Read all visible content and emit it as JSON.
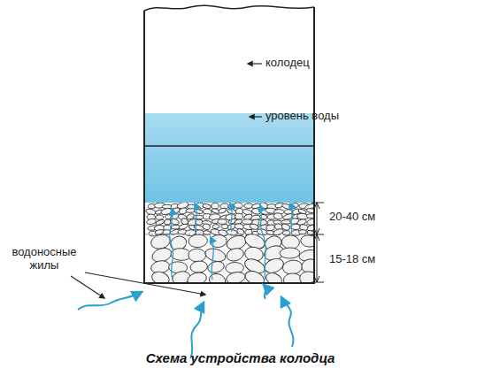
{
  "diagram": {
    "caption": "Схема устройства колодца",
    "labels": [
      "колодец",
      "уровень воды",
      "20-40 см",
      "15-18 см",
      "водоносные жилы"
    ]
  }
}
